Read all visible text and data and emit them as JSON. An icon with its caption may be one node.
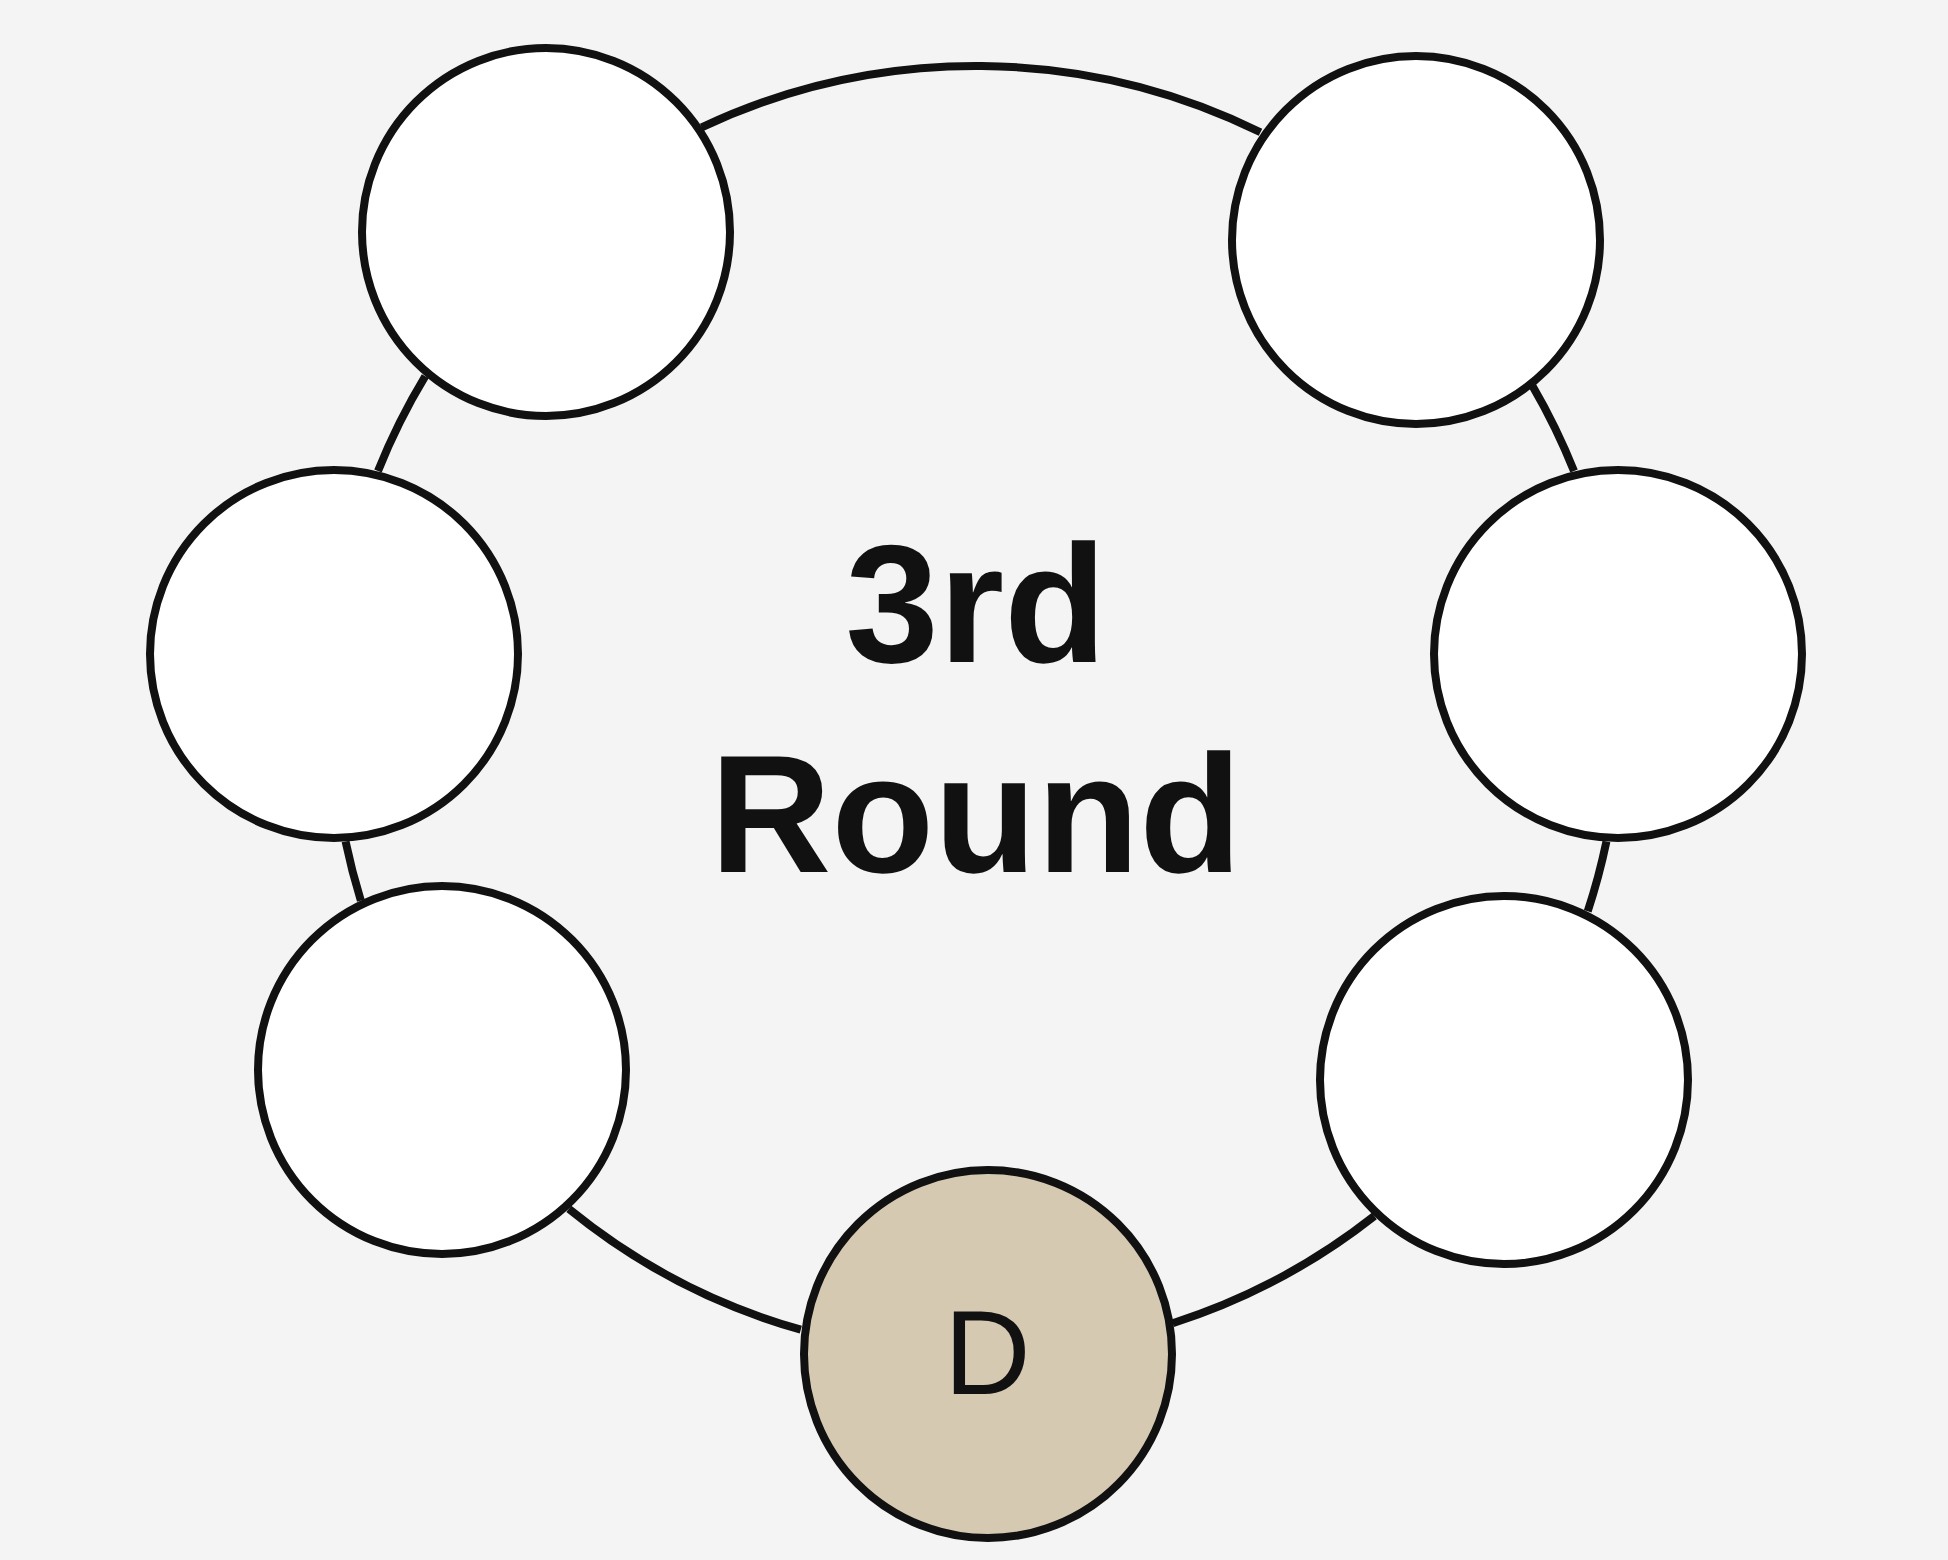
{
  "diagram": {
    "nodes": [
      {
        "text": [
          "3rd Round"
        ]
      },
      {
        "text": [],
        "shape": "circle"
      },
      {
        "text": [],
        "shape": "circle"
      },
      {
        "text": [],
        "shape": "circle"
      },
      {
        "text": [],
        "shape": "circle"
      },
      {
        "text": [],
        "shape": "circle"
      },
      {
        "text": [],
        "shape": "circle"
      },
      {
        "text": [
          "D"
        ]
      }
    ],
    "edges": [
      {
        "from": 1,
        "to": 2,
        "arrow": "none"
      },
      {
        "from": 2,
        "to": 4,
        "arrow": "none"
      },
      {
        "from": 4,
        "to": 6,
        "arrow": "none"
      },
      {
        "from": 6,
        "to": 7,
        "arrow": "none"
      },
      {
        "from": 7,
        "to": 5,
        "arrow": "none"
      },
      {
        "from": 5,
        "to": 3,
        "arrow": "none"
      },
      {
        "from": 3,
        "to": 1,
        "arrow": "none"
      }
    ]
  }
}
